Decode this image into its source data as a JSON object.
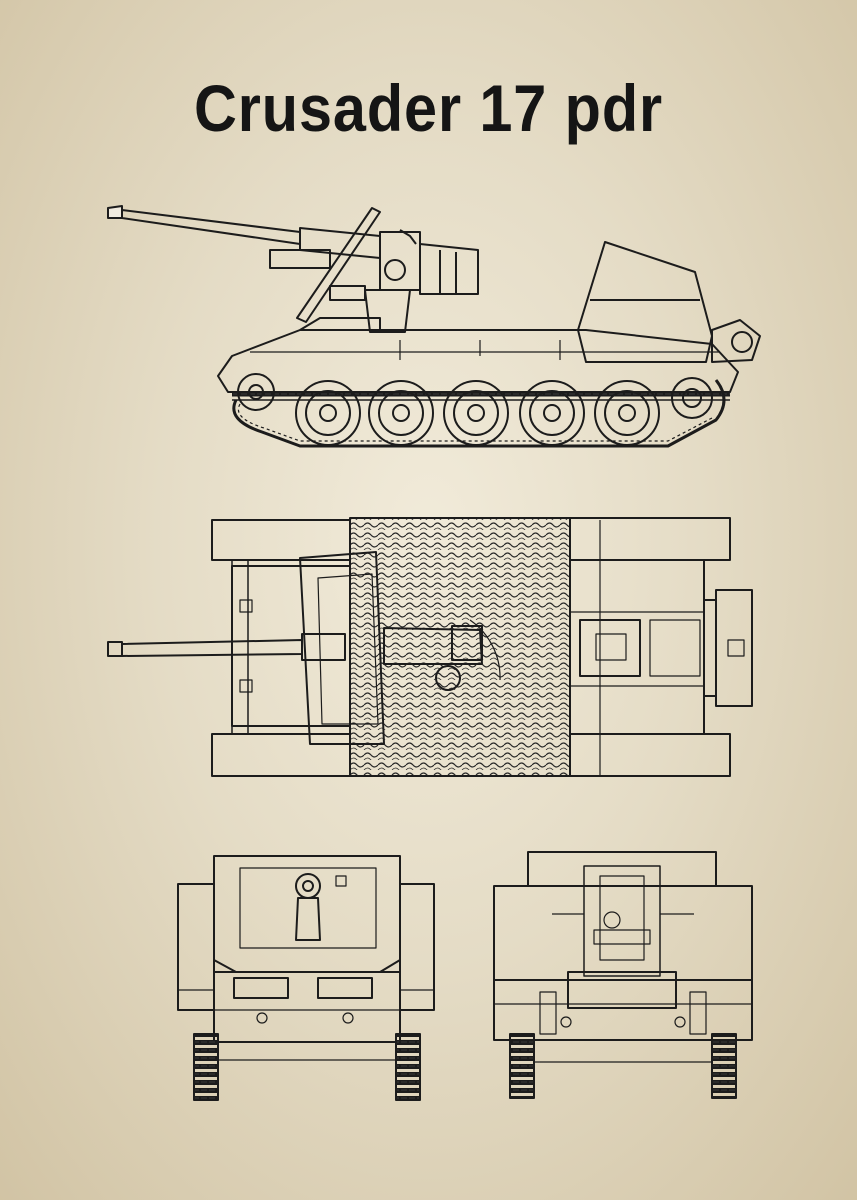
{
  "title": "Crusader 17 pdr",
  "colors": {
    "paper": "#e2d9c2",
    "ink": "#1c1c1c"
  },
  "views": [
    {
      "id": "side",
      "icon": "tank-side-view-drawing"
    },
    {
      "id": "top",
      "icon": "tank-top-view-drawing"
    },
    {
      "id": "front",
      "icon": "tank-front-view-drawing"
    },
    {
      "id": "rear",
      "icon": "tank-rear-view-drawing"
    }
  ]
}
